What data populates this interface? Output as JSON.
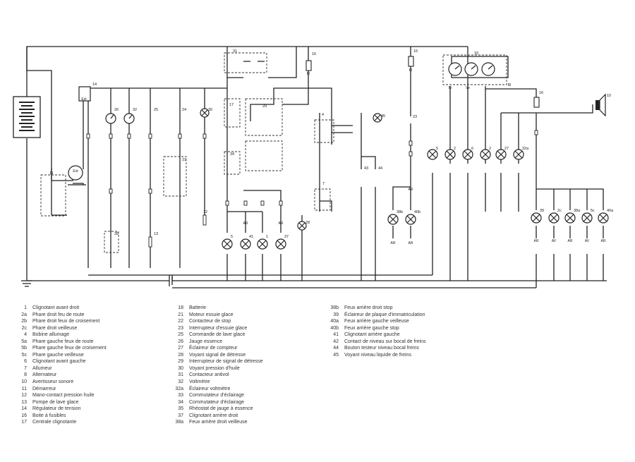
{
  "diagram": {
    "component_labels": {
      "c31": "31",
      "c16a": "16",
      "c16b": "16",
      "c33": "33",
      "c16c": "16",
      "c10": "10",
      "c14": "14",
      "c26": "26",
      "c32": "32",
      "c25": "25",
      "c24": "24",
      "c30": "30",
      "c17": "17",
      "c29": "29",
      "c4": "4",
      "c45": "45",
      "c23": "23",
      "c34": "34",
      "c21": "21",
      "c11": "11",
      "c43": "43",
      "c44": "44",
      "c7": "7",
      "c12": "12",
      "c35": "35",
      "c13": "13",
      "c28": "28",
      "l5": "5",
      "l41": "41",
      "l1": "1",
      "l37": "37",
      "l38b": "38b",
      "l40b": "40b",
      "h5a": "5",
      "h2a": "2",
      "h6": "6",
      "h2": "2",
      "h27": "27",
      "h32a": "32a",
      "r39": "39",
      "r2c": "2c",
      "r38a": "38a",
      "r5c": "5c",
      "r40a": "40a"
    },
    "wire_codes": {
      "ar1": "AR",
      "ar2": "AR",
      "ar3": "AR",
      "ar4": "AR",
      "ar5": "AR",
      "ar6": "AR",
      "av1": "AV",
      "ar7": "AR",
      "av2": "AV",
      "ar8": "AR",
      "bl1": "Bl",
      "bl2": "Bl",
      "bl3": "Bl",
      "ve": "Ve",
      "bl4": "Bl",
      "ext1": "Ext",
      "ext2": "Ext"
    }
  },
  "legend": {
    "col1": [
      {
        "num": "1",
        "text": "Clignotant avant droit"
      },
      {
        "num": "2a",
        "text": "Phare droit feu de route"
      },
      {
        "num": "2b",
        "text": "Phare droit feux de croisement"
      },
      {
        "num": "2c",
        "text": "Phare droit veilleuse"
      },
      {
        "num": "4",
        "text": "Bobine allumage"
      },
      {
        "num": "5a",
        "text": "Phare gauche feux de route"
      },
      {
        "num": "5b",
        "text": "Phare gauche feux de croisement"
      },
      {
        "num": "5c",
        "text": "Phare gauche veilleuse"
      },
      {
        "num": "6",
        "text": "Clignotant avant gauche"
      },
      {
        "num": "7",
        "text": "Allumeur"
      },
      {
        "num": "8",
        "text": "Alternateur"
      },
      {
        "num": "10",
        "text": "Avertisseur sonore"
      },
      {
        "num": "11",
        "text": "Démarreur"
      },
      {
        "num": "12",
        "text": "Mano-contact pression huile"
      },
      {
        "num": "13",
        "text": "Pompe de lave glace"
      },
      {
        "num": "14",
        "text": "Régulateur de tension"
      },
      {
        "num": "16",
        "text": "Boite à fusibles"
      },
      {
        "num": "17",
        "text": "Centrale clignotante"
      }
    ],
    "col2": [
      {
        "num": "18",
        "text": "Batterie"
      },
      {
        "num": "21",
        "text": "Moteur essuie glace"
      },
      {
        "num": "22",
        "text": "Contacteur de stop"
      },
      {
        "num": "23",
        "text": "Interrupteur d'essuie glace"
      },
      {
        "num": "25",
        "text": "Commande de lave glace"
      },
      {
        "num": "26",
        "text": "Jauge essence"
      },
      {
        "num": "27",
        "text": "Éclaireur de compteur"
      },
      {
        "num": "28",
        "text": "Voyant signal de détresse"
      },
      {
        "num": "29",
        "text": "Interrupteur de signal de détresse"
      },
      {
        "num": "30",
        "text": "Voyant pression d'huile"
      },
      {
        "num": "31",
        "text": "Contacteur antivol"
      },
      {
        "num": "32",
        "text": "Voltmètre"
      },
      {
        "num": "32a",
        "text": "Éclaireur voltmètre"
      },
      {
        "num": "33",
        "text": "Commutateur d'éclairage"
      },
      {
        "num": "34",
        "text": "Commutateur d'éclairage"
      },
      {
        "num": "35",
        "text": "Rhéostat de jauge à essence"
      },
      {
        "num": "37",
        "text": "Clignotant arrière droit"
      },
      {
        "num": "38a",
        "text": "Feux arrière droit veilleuse"
      }
    ],
    "col3": [
      {
        "num": "38b",
        "text": "Feux arrière droit stop"
      },
      {
        "num": "39",
        "text": "Éclaireur de plaque d'immatriculation"
      },
      {
        "num": "40a",
        "text": "Feux arrière gauche veilleuse"
      },
      {
        "num": "40b",
        "text": "Feux arrière gauche stop"
      },
      {
        "num": "41",
        "text": "Clignotant arrière gauche"
      },
      {
        "num": "42",
        "text": "Contact de niveau sur bocal de freins"
      },
      {
        "num": "44",
        "text": "Bouton testeur niveau bocal freins"
      },
      {
        "num": "45",
        "text": "Voyant niveau liquide de freins"
      }
    ]
  }
}
